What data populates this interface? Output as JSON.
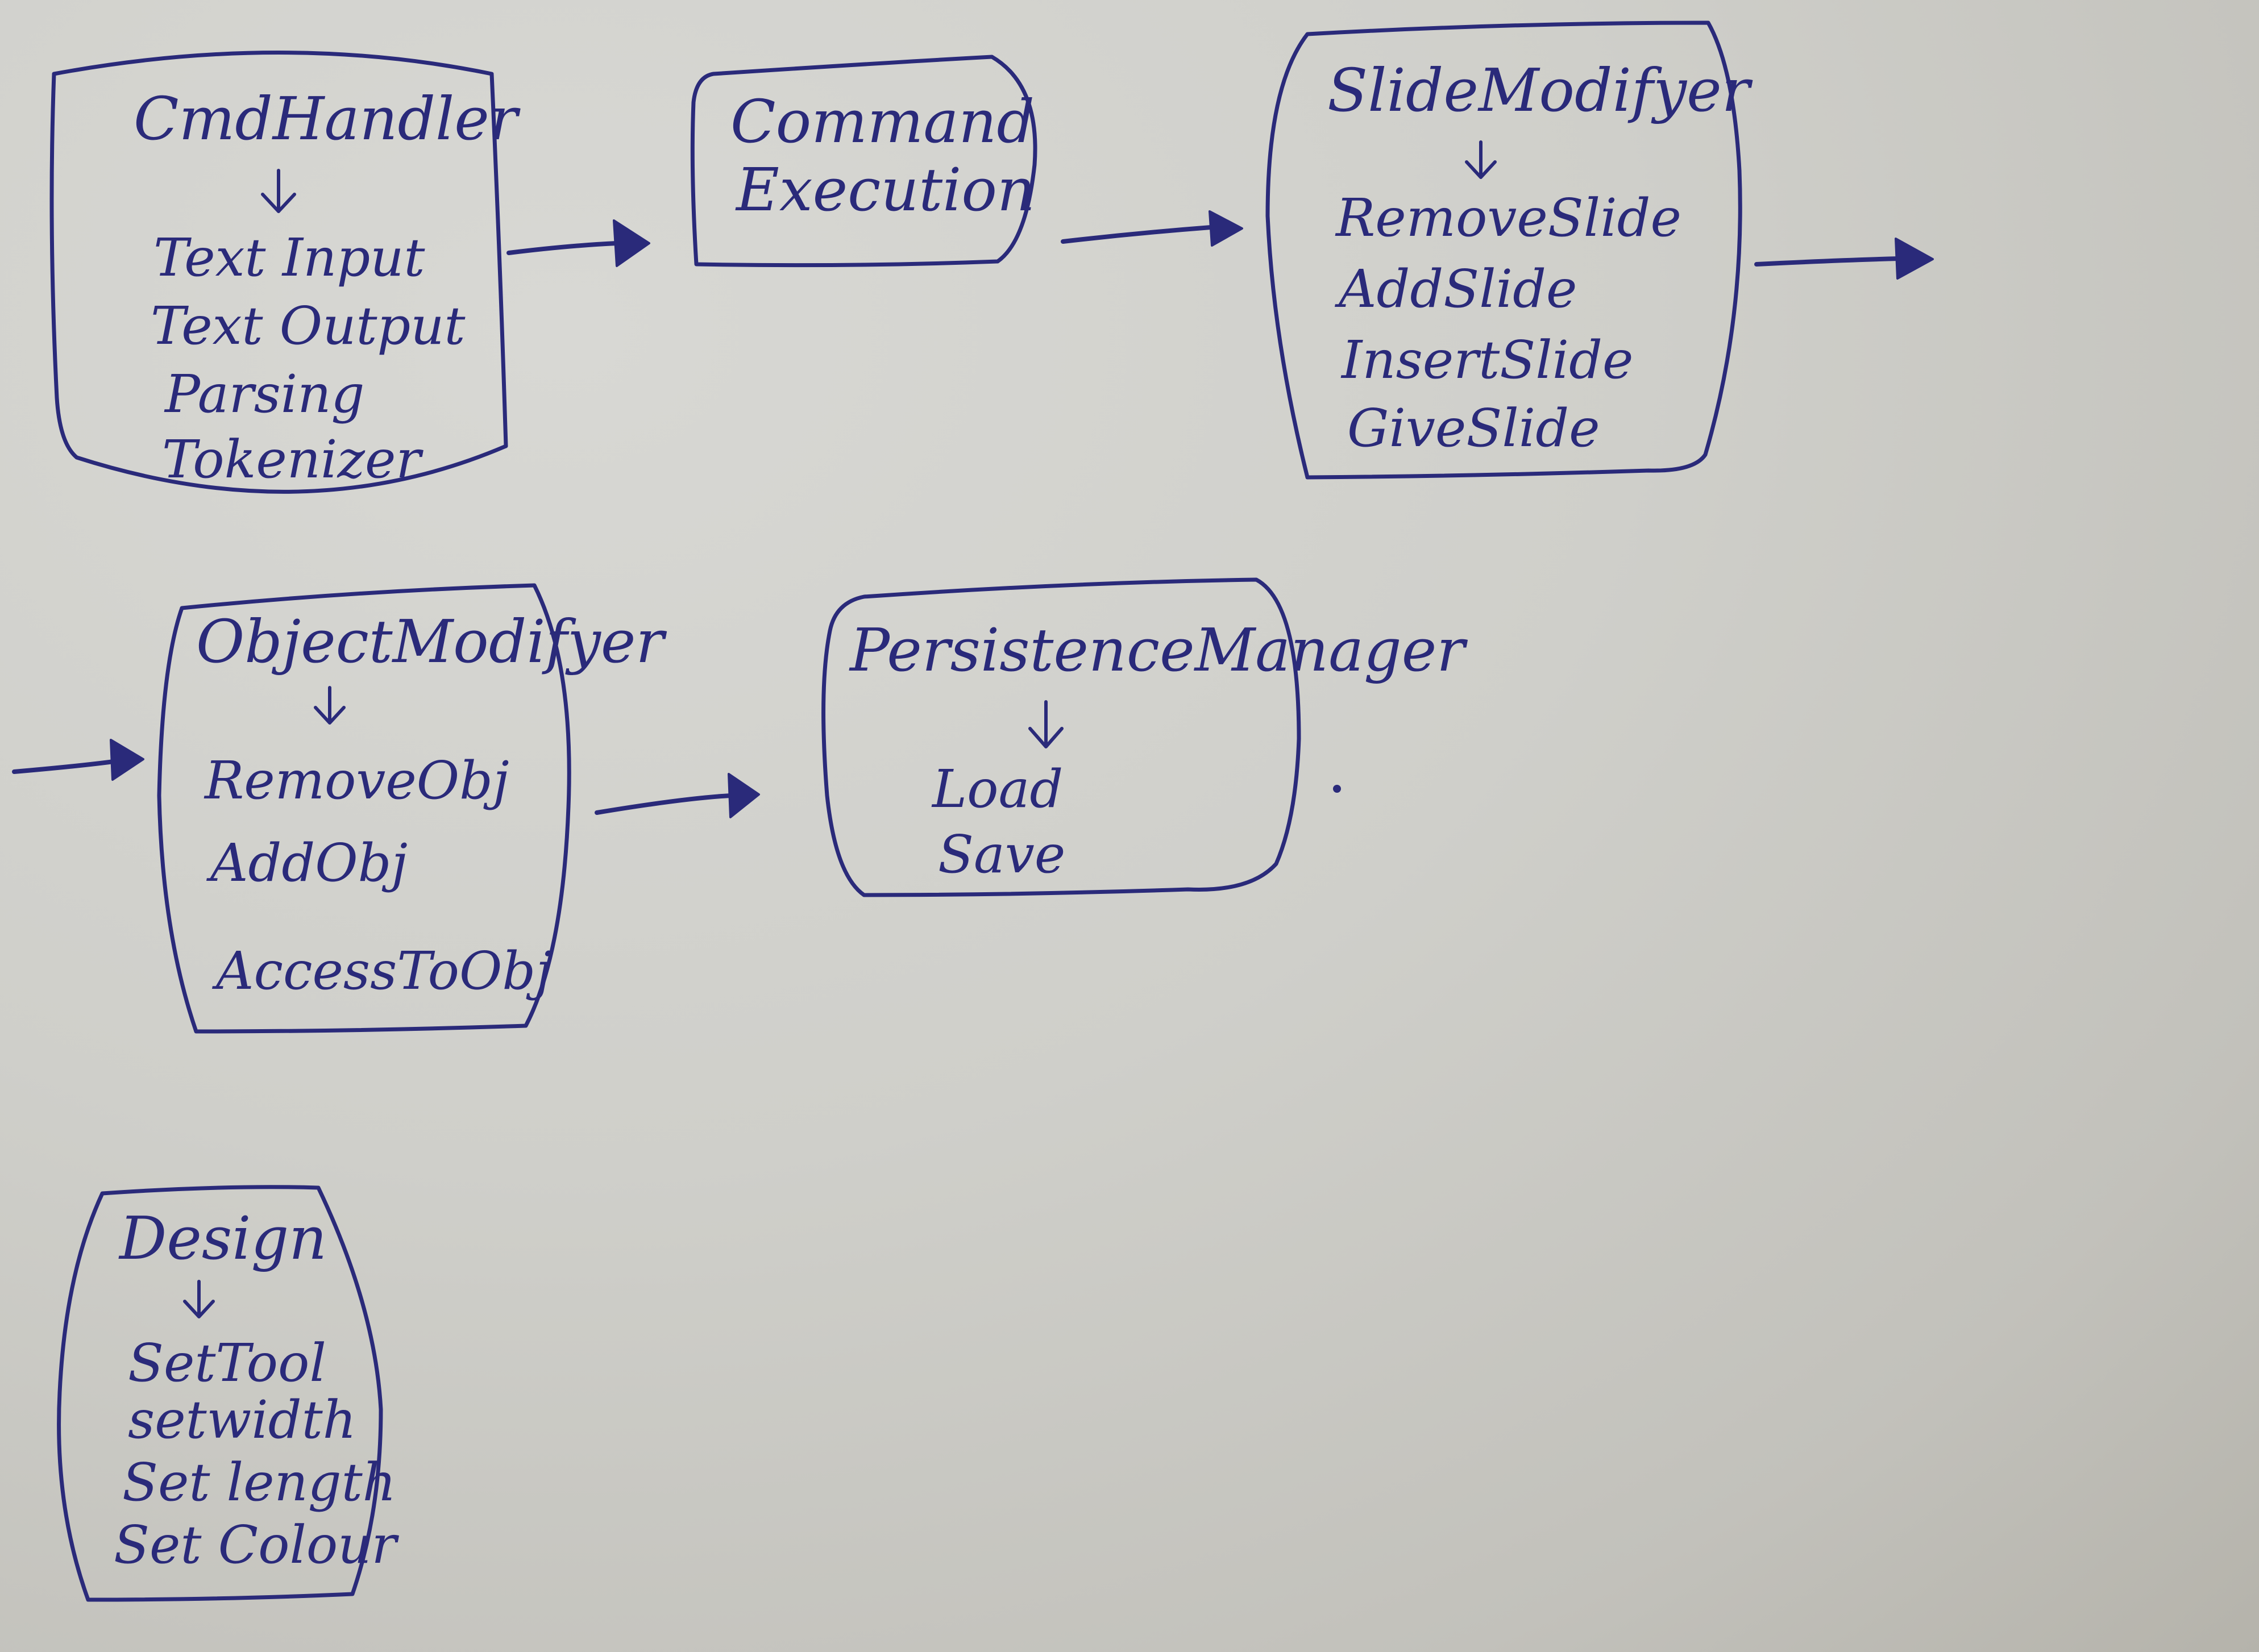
{
  "colors": {
    "ink": "#2a2a7a",
    "paper": "#d2d2cd"
  },
  "boxes": {
    "cmd_handler": {
      "title": "CmdHandler",
      "items": [
        "Text Input",
        "Text Output",
        "Parsing",
        "Tokenizer"
      ]
    },
    "command_execution": {
      "lines": [
        "Command",
        "Execution"
      ]
    },
    "slide_modifyer": {
      "title": "SlideModifyer",
      "items": [
        "RemoveSlide",
        "AddSlide",
        "InsertSlide",
        "GiveSlide"
      ]
    },
    "object_modifyer": {
      "title": "ObjectModifyer",
      "items": [
        "RemoveObj",
        "AddObj",
        "AccessToObj"
      ]
    },
    "persistence_manager": {
      "title": "PersistenceManager",
      "items": [
        "Load",
        "Save"
      ]
    },
    "design": {
      "title": "Design",
      "items": [
        "SetTool",
        "setwidth",
        "Set length",
        "Set Colour"
      ]
    }
  }
}
